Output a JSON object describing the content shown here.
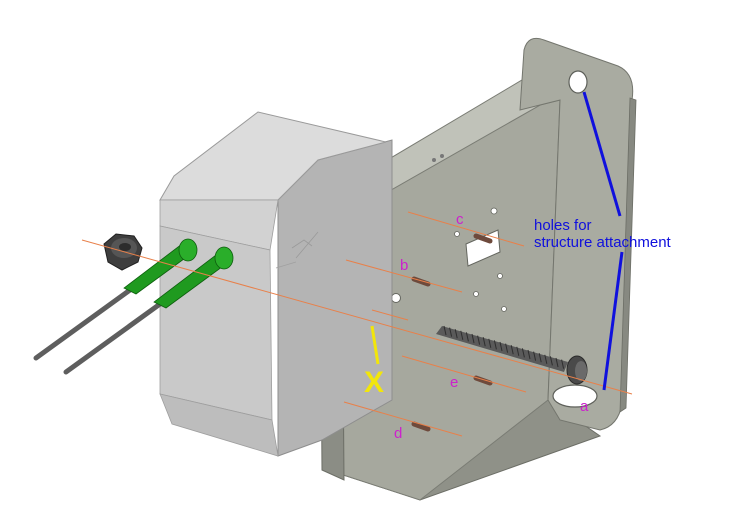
{
  "annotation": {
    "line1": "holes for",
    "line2": "structure attachment"
  },
  "part_labels": {
    "a": "a",
    "b": "b",
    "c": "c",
    "d": "d",
    "e": "e"
  },
  "marker": "X",
  "colors": {
    "background": "#ffffff",
    "bracket": "#a3a59b",
    "bracket_light": "#c3c5bc",
    "bracket_dark": "#7e8078",
    "box": "#c8c8c8",
    "box_top": "#dedede",
    "box_side": "#b2b2b2",
    "connector_green": "#1f9a1f",
    "cable_gray": "#5e5e5e",
    "axis_line": "#e8804a",
    "label_magenta": "#cc22cc",
    "annotation_blue": "#1010dd",
    "marker_yellow": "#f2e60a"
  }
}
